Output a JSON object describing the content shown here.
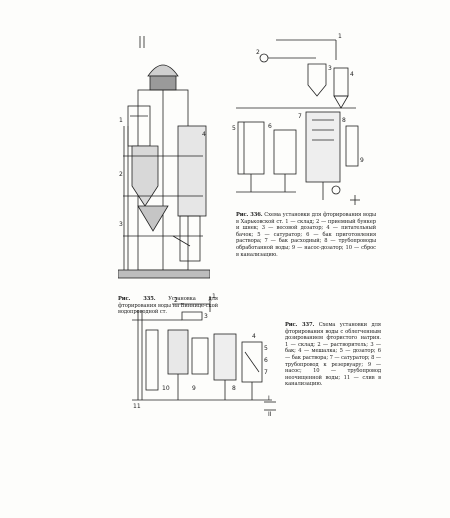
{
  "page": {
    "figures": [
      {
        "id": "fig-335",
        "caption_label": "Рис. 335.",
        "caption_text": "Установка для фторирования воды на Виннице-ской водопроводной ст."
      },
      {
        "id": "fig-336",
        "caption_label": "Рис. 336.",
        "caption_text": "Схема установки для фторирования воды в Харьковской ст. 1 — склад; 2 — приемный бункер и шнек; 3 — весовой дозатор; 4 — питательный бачок; 5 — сатуратор; 6 — бак приготовления раствора; 7 — бак расходный; 8 — трубопроводы обработанной воды; 9 — насос-дозатор; 10 — сброс в канализацию."
      },
      {
        "id": "fig-337",
        "caption_label": "Рис. 337.",
        "caption_text": "Схема установки для фторирования воды с облегченным дозированием фтористого натрия. 1 — склад; 2 — растворитель; 3 — бак; 4 — мешалка; 5 — дозатор; 6 — бак раствора; 7 — сатуратор; 8 — трубопровод к резервуару; 9 — насос; 10 — трубопровод неочищенной воды; 11 — слив в канализацию."
      }
    ],
    "labels": {
      "fig1": [
        "1",
        "2",
        "3",
        "4"
      ],
      "fig2": [
        "1",
        "2",
        "3",
        "4",
        "5",
        "6",
        "7",
        "8",
        "9"
      ],
      "fig3": [
        "1",
        "2",
        "3",
        "4",
        "5",
        "6",
        "7",
        "8",
        "9",
        "10",
        "11",
        "I",
        "II"
      ]
    }
  }
}
